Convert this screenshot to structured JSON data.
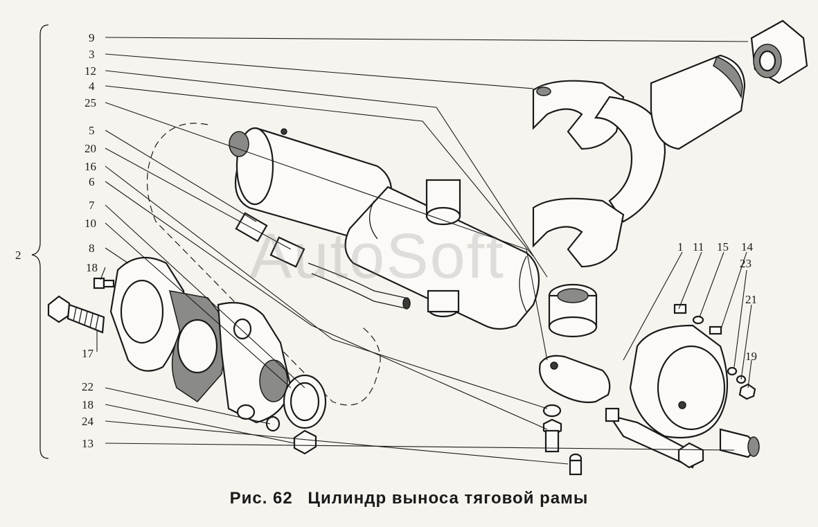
{
  "figure": {
    "number": "Рис. 62",
    "title": "Цилиндр выноса тяговой рамы"
  },
  "watermark": "AutoSoft",
  "callouts": [
    "9",
    "3",
    "12",
    "4",
    "25",
    "5",
    "20",
    "16",
    "6",
    "7",
    "10",
    "8",
    "18",
    "17",
    "22",
    "18",
    "24",
    "13",
    "2",
    "1",
    "11",
    "15",
    "14",
    "23",
    "21",
    "19"
  ]
}
